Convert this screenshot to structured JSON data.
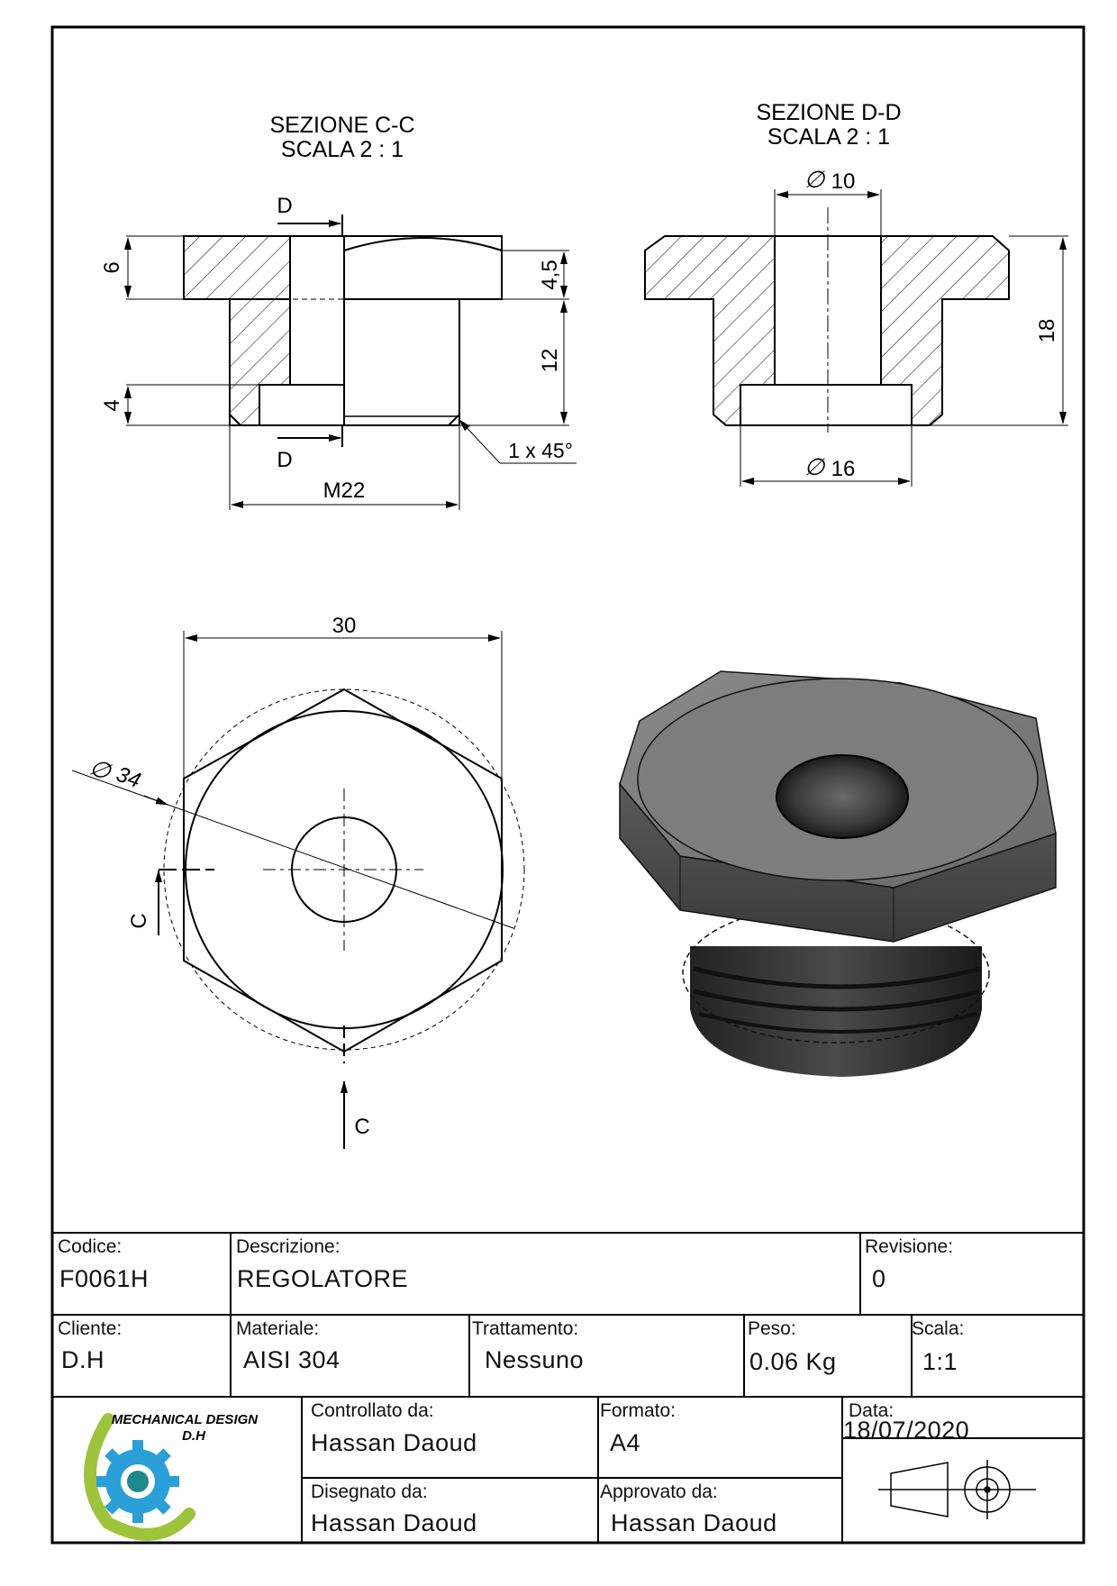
{
  "section_cc": {
    "title": "SEZIONE C-C",
    "scale": "SCALA 2 : 1",
    "dims": {
      "flange_height": "6",
      "top_chamfer": "4,5",
      "body_height": "12",
      "bottom_height": "4",
      "chamfer": "1 x 45°",
      "thread": "M22"
    },
    "section_markers": {
      "top": "D",
      "bottom": "D"
    }
  },
  "section_dd": {
    "title": "SEZIONE D-D",
    "scale": "SCALA 2 : 1",
    "dims": {
      "bore": "10",
      "counterbore": "16",
      "total_height": "18"
    }
  },
  "front_view": {
    "dims": {
      "across_flats": "30",
      "circle": "34"
    },
    "section_markers": {
      "left": "C",
      "bottom": "C"
    },
    "diameter_symbol": "∅"
  },
  "title_block": {
    "codice": {
      "label": "Codice:",
      "value": "F0061H"
    },
    "descrizione": {
      "label": "Descrizione:",
      "value": "REGOLATORE"
    },
    "revisione": {
      "label": "Revisione:",
      "value": "0"
    },
    "cliente": {
      "label": "Cliente:",
      "value": "D.H"
    },
    "materiale": {
      "label": "Materiale:",
      "value": "AISI 304"
    },
    "trattamento": {
      "label": "Trattamento:",
      "value": "Nessuno"
    },
    "peso": {
      "label": "Peso:",
      "value": "0.06 Kg"
    },
    "scala": {
      "label": "Scala:",
      "value": "1:1"
    },
    "controllato": {
      "label": "Controllato da:",
      "value": "Hassan Daoud"
    },
    "formato": {
      "label": "Formato:",
      "value": "A4"
    },
    "data": {
      "label": "Data:",
      "value": "18/07/2020"
    },
    "disegnato": {
      "label": "Disegnato da:",
      "value": "Hassan Daoud"
    },
    "approvato": {
      "label": "Approvato da:",
      "value": "Hassan Daoud"
    },
    "logo_text_1": "MECHANICAL DESIGN",
    "logo_text_2": "D.H"
  },
  "colors": {
    "logo_green": "#9dc43a",
    "logo_blue": "#2a9fd8",
    "logo_teal": "#1b8a8a"
  }
}
